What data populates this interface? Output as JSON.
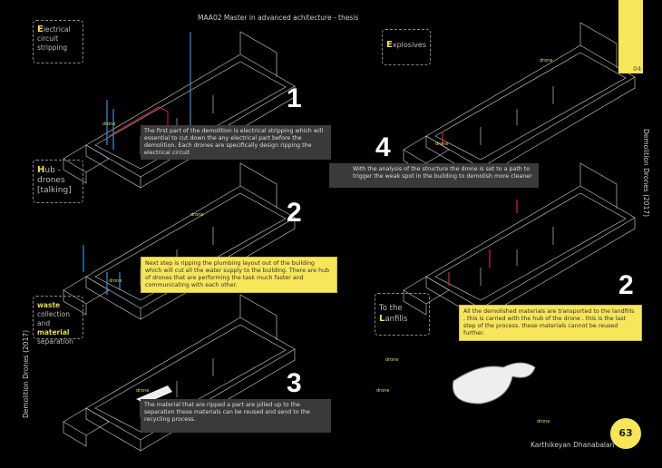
{
  "header": {
    "title": "MAA02 Master in advanced achitecture - thesis",
    "page_section": "04"
  },
  "side_text_right": "Demolition Drones (2017)",
  "side_text_left": "Demolition Drones (2017)",
  "steps": [
    {
      "label_initial": "E",
      "label_rest": "lectrical circuit stripping",
      "number": "1",
      "text": "The first part of the demolition is electrical stripping which will essential to cut down the any electrical part before the demolition. Each drones are specifically design ripping the electrical circuit"
    },
    {
      "label_initial": "H",
      "label_rest": "ub - drones [talking]",
      "number": "2",
      "text": "Next step is ripping the plumbing layout out of the building which will cut all the water supply to the building. There are hub of drones that are performing the task much faster and communicating with each other."
    },
    {
      "label_a": "waste",
      "label_b": "collection",
      "label_c": "and",
      "label_d": "material",
      "label_e": "separation",
      "number": "3",
      "text": "The material that are ripped a part are pilled up to the separation these materials can be reused and send to the recycling process."
    },
    {
      "label_initial": "E",
      "label_rest": "xplosives",
      "number": "4",
      "text": "With the analysis of the structure the drone is set to a path to trigger the weak spot in the building to demolish more cleaner"
    },
    {
      "label_a": "To the",
      "label_initial": "L",
      "label_rest": "anfills",
      "number": "2",
      "text": "All the demolished materials are transported to the landfills . this is carried with the hub of the drone . this is the last step of the process. these materials cannot be reused further."
    }
  ],
  "footer": {
    "author": "Karthikeyan Dhanabalan",
    "page_number": "63"
  },
  "colors": {
    "accent": "#f7e55a",
    "panel": "#3a3a3a"
  }
}
